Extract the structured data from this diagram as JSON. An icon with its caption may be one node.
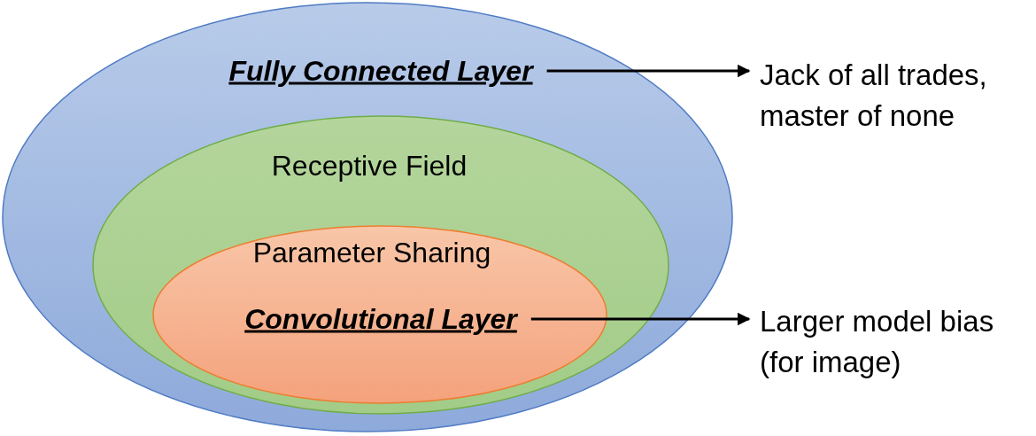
{
  "diagram": {
    "nodes": [
      {
        "text": [
          "Fully Connected Layer"
        ]
      },
      {
        "text": [
          "Receptive Field"
        ],
        "in": 0
      },
      {
        "text": [
          "Parameter Sharing",
          "Convolutional Layer"
        ],
        "in": 1
      },
      {
        "text": [
          "Jack of all trades, master of none"
        ]
      },
      {
        "text": [
          "Larger model bias (for image)"
        ]
      }
    ],
    "edges": [
      {
        "from": 0,
        "to": 3,
        "arrow": "to"
      },
      {
        "from": 2,
        "to": 4,
        "arrow": "to"
      }
    ]
  }
}
